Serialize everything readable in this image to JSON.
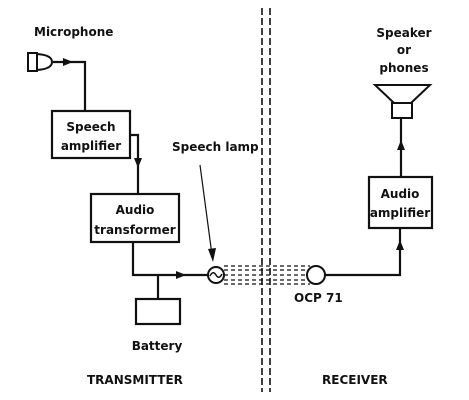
{
  "labels": {
    "microphone": "Microphone",
    "speech_amplifier": [
      "Speech",
      "amplifier"
    ],
    "audio_transformer": [
      "Audio",
      "transformer"
    ],
    "battery": "Battery",
    "speech_lamp": "Speech lamp",
    "photocell": "OCP 71",
    "audio_amplifier": [
      "Audio",
      "amplifier"
    ],
    "speaker": [
      "Speaker",
      "or",
      "phones"
    ],
    "transmitter": "TRANSMITTER",
    "receiver": "RECEIVER"
  },
  "colors": {
    "ink": "#111111",
    "background": "#ffffff"
  },
  "icons": {
    "microphone": "microphone-icon",
    "lamp": "lamp-icon",
    "photocell": "photocell-icon",
    "speaker": "speaker-icon"
  }
}
